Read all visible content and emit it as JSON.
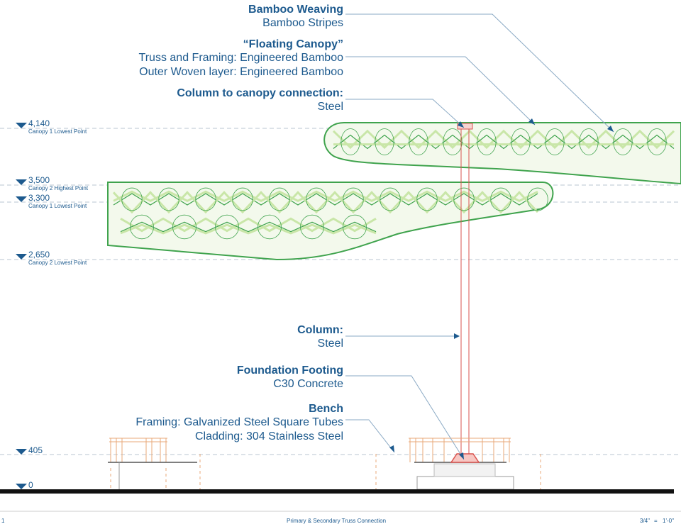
{
  "callouts": [
    {
      "title": "Bamboo Weaving",
      "lines": [
        "Bamboo Stripes"
      ]
    },
    {
      "title": "“Floating Canopy”",
      "lines": [
        "Truss and Framing: Engineered Bamboo",
        "Outer Woven layer: Engineered Bamboo"
      ]
    },
    {
      "title": "Column to canopy connection:",
      "lines": [
        "Steel"
      ]
    },
    {
      "title": "Column:",
      "lines": [
        "Steel"
      ]
    },
    {
      "title": "Foundation Footing",
      "lines": [
        "C30 Concrete"
      ]
    },
    {
      "title": "Bench",
      "lines": [
        "Framing: Galvanized Steel Square Tubes",
        "Cladding: 304 Stainless Steel"
      ]
    }
  ],
  "levels": [
    {
      "value": "4,140",
      "name": "Canopy 1 Lowest Point"
    },
    {
      "value": "3,500",
      "name": "Canopy 2 Highest Point"
    },
    {
      "value": "3,300",
      "name": "Canopy 1 Lowest Point"
    },
    {
      "value": "2,650",
      "name": "Canopy 2 Lowest Point"
    },
    {
      "value": "405",
      "name": ""
    },
    {
      "value": "0",
      "name": ""
    }
  ],
  "footer": {
    "sheet_number": "1",
    "caption": "Primary & Secondary Truss Connection",
    "scale_left": "3/4\"",
    "scale_eq": "=",
    "scale_right": "1'-0\""
  },
  "colors": {
    "annotation": "#1d5a8e",
    "leader": "#8aa9c4",
    "bamboo_green": "#3fa34d",
    "bamboo_light": "#c9e6a8",
    "column_red": "#d9534f",
    "bench_orange": "#e8a878",
    "ground": "#111111",
    "level_line": "#b8c6d2"
  }
}
